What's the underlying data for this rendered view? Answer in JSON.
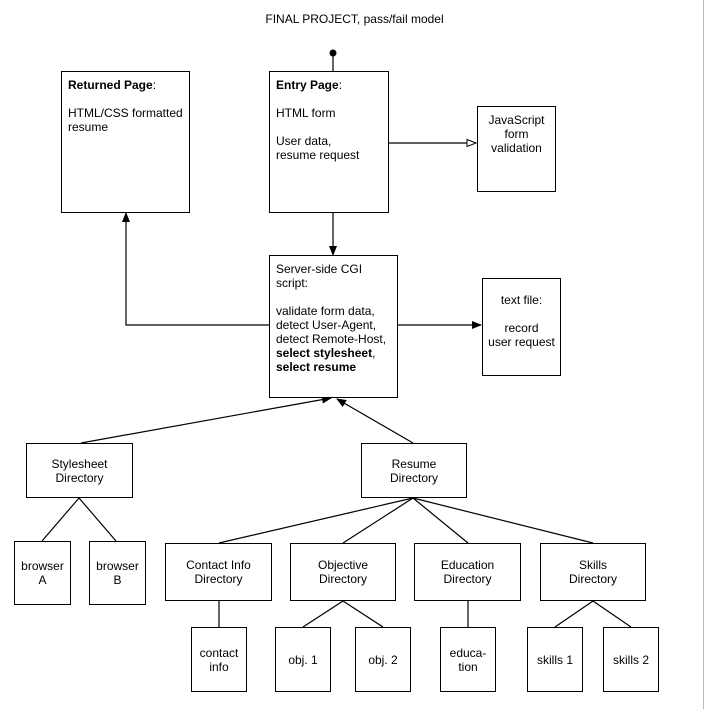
{
  "title": "FINAL PROJECT, pass/fail model",
  "returned_page": {
    "title": "Returned Page",
    "colon": ":",
    "body": "HTML/CSS formatted\nresume"
  },
  "entry_page": {
    "title": "Entry Page",
    "colon": ":",
    "line1": "HTML form",
    "line2": "User data,\nresume request"
  },
  "js_validation": {
    "text": "JavaScript\nform\nvalidation"
  },
  "cgi_script": {
    "heading": "Server-side CGI\nscript:",
    "tasks": "validate form data,\ndetect User-Agent,\ndetect Remote-Host,",
    "bold1": "select stylesheet",
    "bold1_suffix": ",",
    "bold2": "select resume"
  },
  "text_file": {
    "line1": "text file:",
    "line2": "record\nuser request"
  },
  "stylesheet_dir": {
    "text": "Stylesheet\nDirectory"
  },
  "resume_dir": {
    "text": "Resume\nDirectory"
  },
  "browser_a": {
    "text": "browser\nA"
  },
  "browser_b": {
    "text": "browser\nB"
  },
  "contact_dir": {
    "text": "Contact Info\nDirectory"
  },
  "objective_dir": {
    "text": "Objective\nDirectory"
  },
  "education_dir": {
    "text": "Education\nDirectory"
  },
  "skills_dir": {
    "text": "Skills\nDirectory"
  },
  "contact_info": {
    "text": "contact\ninfo"
  },
  "obj1": {
    "text": "obj. 1"
  },
  "obj2": {
    "text": "obj. 2"
  },
  "education": {
    "text": "educa-\ntion"
  },
  "skills1": {
    "text": "skills 1"
  },
  "skills2": {
    "text": "skills 2"
  }
}
